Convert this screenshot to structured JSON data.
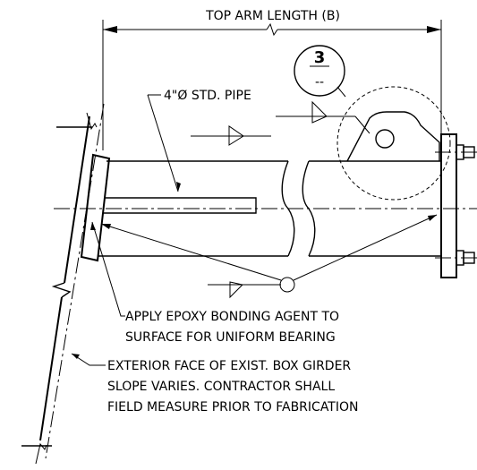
{
  "dimension": {
    "label": "TOP ARM LENGTH (B)"
  },
  "detail_callout": {
    "number": "3",
    "sheet": "--"
  },
  "pipe": {
    "label": "4\"Ø STD. PIPE"
  },
  "note_epoxy": {
    "line1": "APPLY EPOXY BONDING AGENT TO",
    "line2": "SURFACE FOR UNIFORM BEARING"
  },
  "note_girder": {
    "line1": "EXTERIOR FACE OF EXIST. BOX GIRDER",
    "line2": "SLOPE VARIES. CONTRACTOR SHALL",
    "line3": "FIELD MEASURE PRIOR TO FABRICATION"
  }
}
